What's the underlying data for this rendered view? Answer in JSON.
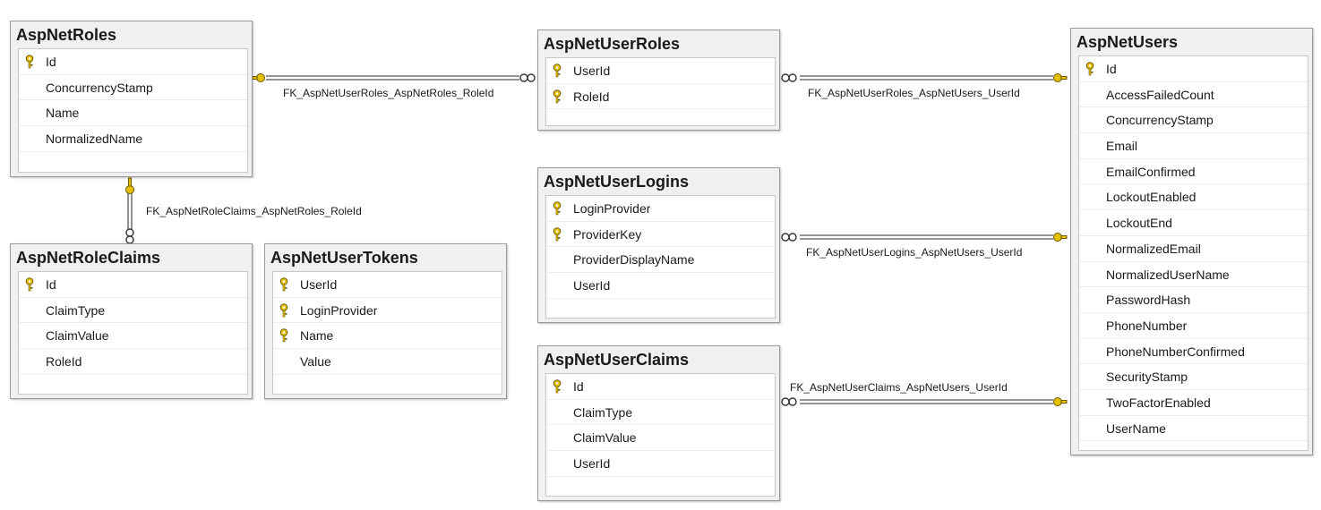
{
  "tables": {
    "roles": {
      "title": "AspNetRoles",
      "columns": [
        {
          "name": "Id",
          "key": true
        },
        {
          "name": "ConcurrencyStamp",
          "key": false
        },
        {
          "name": "Name",
          "key": false
        },
        {
          "name": "NormalizedName",
          "key": false
        }
      ]
    },
    "role_claims": {
      "title": "AspNetRoleClaims",
      "columns": [
        {
          "name": "Id",
          "key": true
        },
        {
          "name": "ClaimType",
          "key": false
        },
        {
          "name": "ClaimValue",
          "key": false
        },
        {
          "name": "RoleId",
          "key": false
        }
      ]
    },
    "user_tokens": {
      "title": "AspNetUserTokens",
      "columns": [
        {
          "name": "UserId",
          "key": true
        },
        {
          "name": "LoginProvider",
          "key": true
        },
        {
          "name": "Name",
          "key": true
        },
        {
          "name": "Value",
          "key": false
        }
      ]
    },
    "user_roles": {
      "title": "AspNetUserRoles",
      "columns": [
        {
          "name": "UserId",
          "key": true
        },
        {
          "name": "RoleId",
          "key": true
        }
      ]
    },
    "user_logins": {
      "title": "AspNetUserLogins",
      "columns": [
        {
          "name": "LoginProvider",
          "key": true
        },
        {
          "name": "ProviderKey",
          "key": true
        },
        {
          "name": "ProviderDisplayName",
          "key": false
        },
        {
          "name": "UserId",
          "key": false
        }
      ]
    },
    "user_claims": {
      "title": "AspNetUserClaims",
      "columns": [
        {
          "name": "Id",
          "key": true
        },
        {
          "name": "ClaimType",
          "key": false
        },
        {
          "name": "ClaimValue",
          "key": false
        },
        {
          "name": "UserId",
          "key": false
        }
      ]
    },
    "users": {
      "title": "AspNetUsers",
      "columns": [
        {
          "name": "Id",
          "key": true
        },
        {
          "name": "AccessFailedCount",
          "key": false
        },
        {
          "name": "ConcurrencyStamp",
          "key": false
        },
        {
          "name": "Email",
          "key": false
        },
        {
          "name": "EmailConfirmed",
          "key": false
        },
        {
          "name": "LockoutEnabled",
          "key": false
        },
        {
          "name": "LockoutEnd",
          "key": false
        },
        {
          "name": "NormalizedEmail",
          "key": false
        },
        {
          "name": "NormalizedUserName",
          "key": false
        },
        {
          "name": "PasswordHash",
          "key": false
        },
        {
          "name": "PhoneNumber",
          "key": false
        },
        {
          "name": "PhoneNumberConfirmed",
          "key": false
        },
        {
          "name": "SecurityStamp",
          "key": false
        },
        {
          "name": "TwoFactorEnabled",
          "key": false
        },
        {
          "name": "UserName",
          "key": false
        }
      ]
    }
  },
  "relationships": {
    "userroles_roles": "FK_AspNetUserRoles_AspNetRoles_RoleId",
    "roleclaims_roles": "FK_AspNetRoleClaims_AspNetRoles_RoleId",
    "userroles_users": "FK_AspNetUserRoles_AspNetUsers_UserId",
    "userlogins_users": "FK_AspNetUserLogins_AspNetUsers_UserId",
    "userclaims_users": "FK_AspNetUserClaims_AspNetUsers_UserId"
  },
  "colors": {
    "key_icon": "#e6c000",
    "line": "#606060",
    "header_bg": "#f0f0f0"
  }
}
